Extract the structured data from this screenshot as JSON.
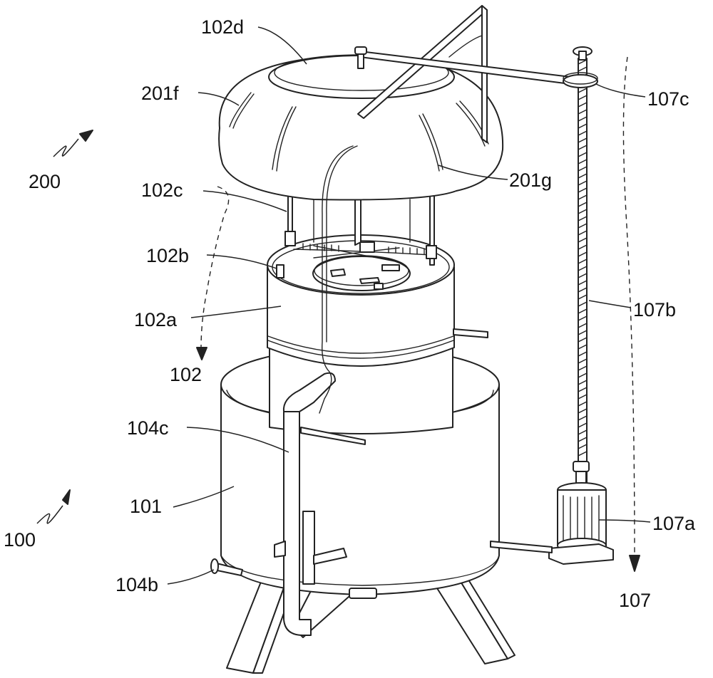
{
  "figure": {
    "labels": {
      "l_102d": "102d",
      "l_201f": "201f",
      "l_200": "200",
      "l_102c": "102c",
      "l_201g": "201g",
      "l_107c": "107c",
      "l_102b": "102b",
      "l_102a": "102a",
      "l_107b": "107b",
      "l_102": "102",
      "l_104c": "104c",
      "l_101": "101",
      "l_107a": "107a",
      "l_100": "100",
      "l_104b": "104b",
      "l_107": "107"
    },
    "colors": {
      "line": "#222222",
      "background": "#ffffff"
    }
  }
}
